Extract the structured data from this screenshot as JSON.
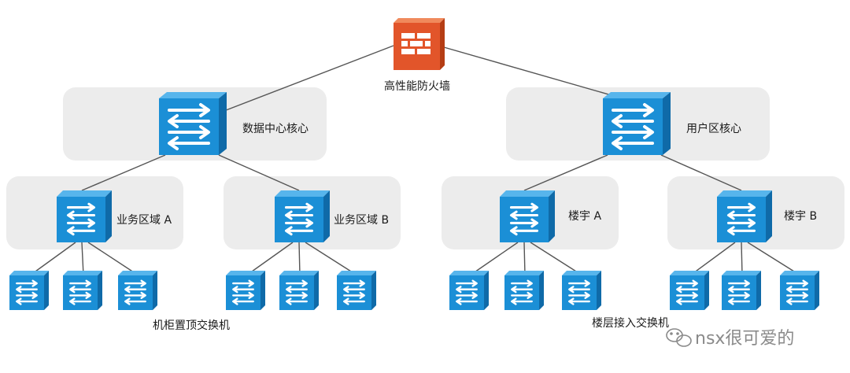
{
  "diagram": {
    "firewall": {
      "label": "高性能防火墙",
      "icon": "firewall-icon",
      "color": "#e2552a"
    },
    "cores": [
      {
        "label": "数据中心核心",
        "icon": "switch-icon"
      },
      {
        "label": "用户区核心",
        "icon": "switch-icon"
      }
    ],
    "aggregations": [
      {
        "label": "业务区域 A",
        "icon": "switch-icon"
      },
      {
        "label": "业务区域 B",
        "icon": "switch-icon"
      },
      {
        "label": "楼宇 A",
        "icon": "switch-icon"
      },
      {
        "label": "楼宇 B",
        "icon": "switch-icon"
      }
    ],
    "access_groups": [
      {
        "label": "机柜置顶交换机",
        "count": 6
      },
      {
        "label": "楼层接入交换机",
        "count": 6
      }
    ],
    "watermark": "nsx很可爱的",
    "colors": {
      "switch_face": "#1b8fd6",
      "switch_side": "#0f6aa8",
      "switch_top": "#57b5ec",
      "zone_bg": "#ececec",
      "link": "#555555"
    }
  }
}
